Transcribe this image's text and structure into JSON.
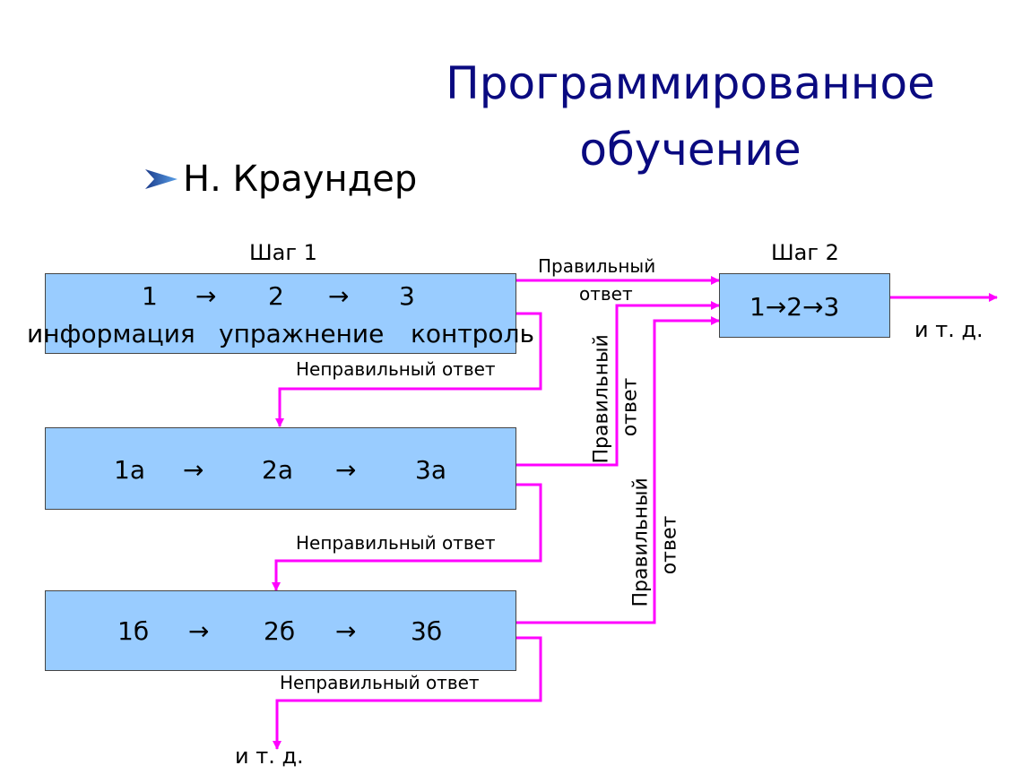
{
  "slide": {
    "title_line1": "Программированное",
    "title_line2": "обучение",
    "bullet_text": "Н. Краундер",
    "accent_color": "#ff00ff",
    "box_fill": "#99ccff",
    "title_color": "#0a0a80"
  },
  "diagram": {
    "step1_label": "Шаг 1",
    "step2_label": "Шаг 2",
    "box1": {
      "n1": "1",
      "arrow1": "→",
      "n2": "2",
      "arrow2": "→",
      "n3": "3",
      "w1": "информация",
      "w2": "упражнение",
      "w3": "контроль"
    },
    "box2": {
      "n1": "1а",
      "arrow1": "→",
      "n2": "2а",
      "arrow2": "→",
      "n3": "3а"
    },
    "box3": {
      "n1": "1б",
      "arrow1": "→",
      "n2": "2б",
      "arrow2": "→",
      "n3": "3б"
    },
    "box_step2": {
      "text": "1→2→3"
    },
    "correct_line1": "Правильный",
    "correct_line2": "ответ",
    "correct_v1_line1": "Правильный",
    "correct_v1_line2": "ответ",
    "correct_v2_line1": "Правильный",
    "correct_v2_line2": "ответ",
    "wrong1": "Неправильный ответ",
    "wrong2": "Неправильный ответ",
    "wrong3": "Неправильный ответ",
    "etc_right": "и т. д.",
    "etc_bottom": "и т. д."
  }
}
